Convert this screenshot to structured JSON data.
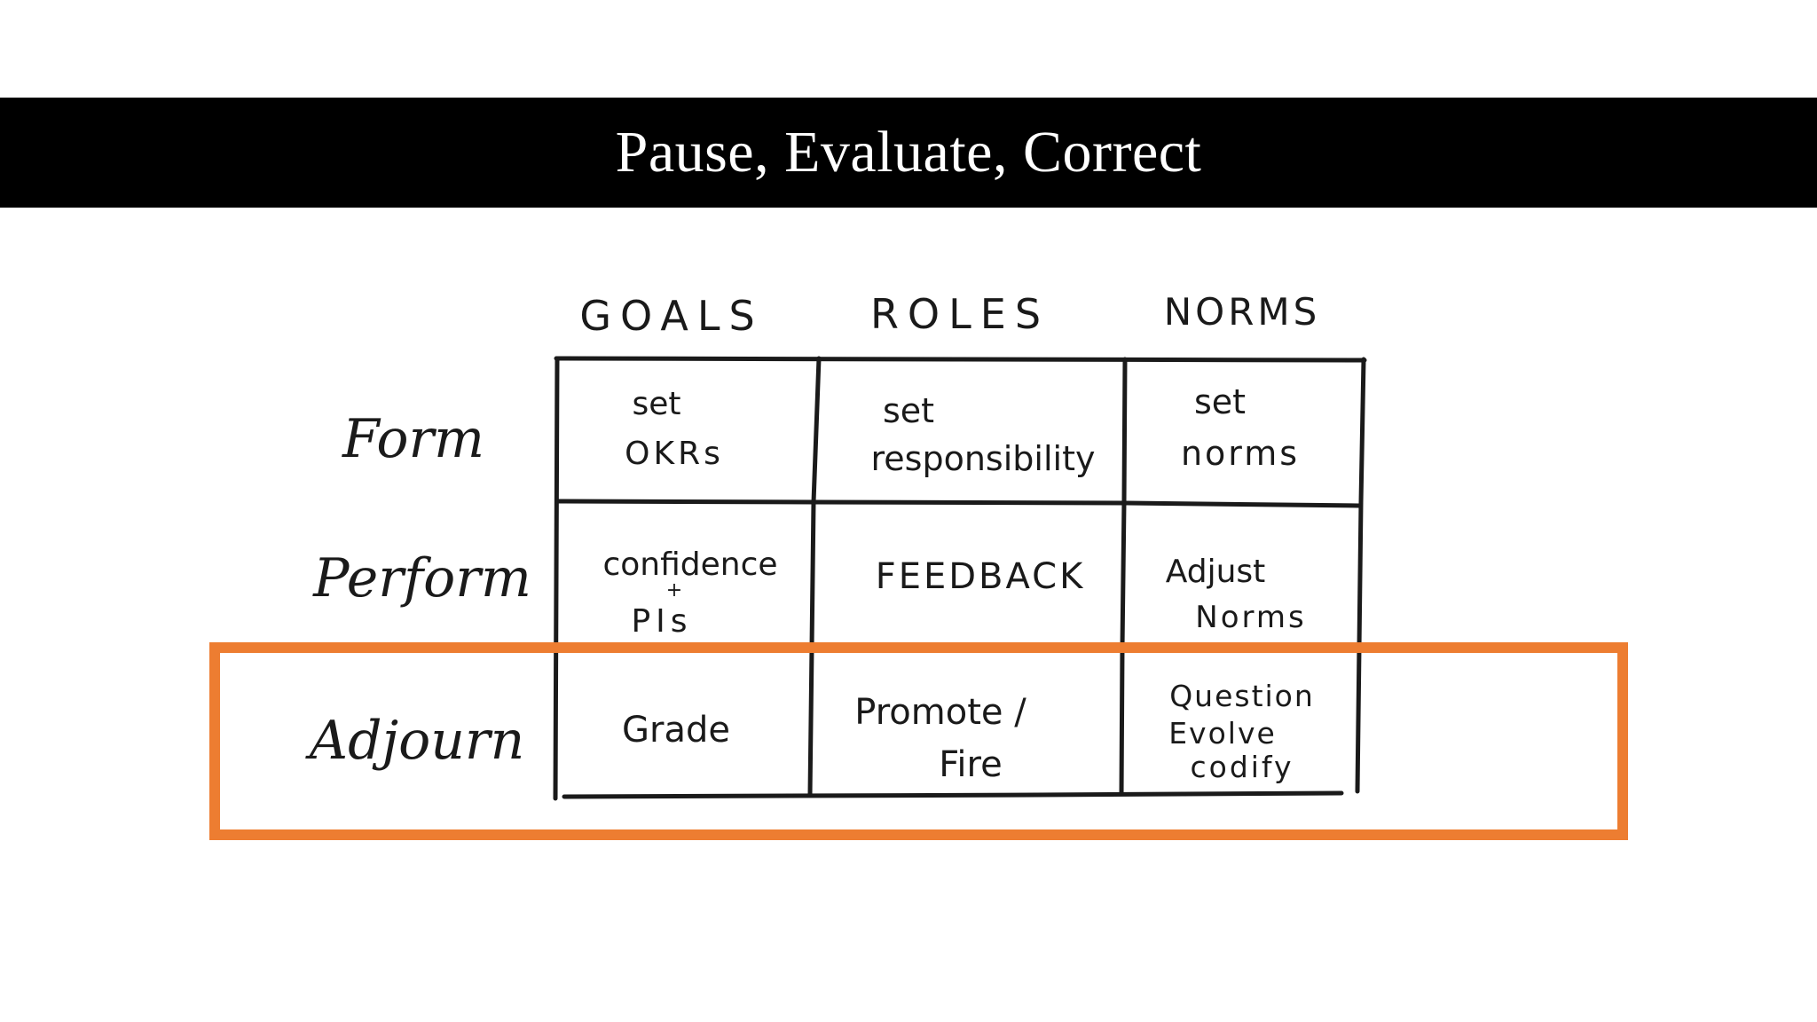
{
  "slide": {
    "title": "Pause, Evaluate, Correct"
  },
  "grid": {
    "columns": [
      "GOALS",
      "ROLES",
      "NORMS"
    ],
    "rows": [
      {
        "label": "Form",
        "cells": [
          [
            "set",
            "OKRs"
          ],
          [
            "set",
            "responsibility"
          ],
          [
            "set",
            "norms"
          ]
        ]
      },
      {
        "label": "Perform",
        "cells": [
          [
            "confidence",
            "+",
            "PIs"
          ],
          [
            "FEEDBACK"
          ],
          [
            "Adjust",
            "Norms"
          ]
        ]
      },
      {
        "label": "Adjourn",
        "cells": [
          [
            "Grade"
          ],
          [
            "Promote /",
            "Fire"
          ],
          [
            "Question",
            "Evolve",
            "codify"
          ]
        ]
      }
    ],
    "highlighted_row": "Adjourn"
  },
  "colors": {
    "title_bar": "#000000",
    "title_text": "#ffffff",
    "highlight": "#ED7D31",
    "ink": "#1a1a1a"
  }
}
